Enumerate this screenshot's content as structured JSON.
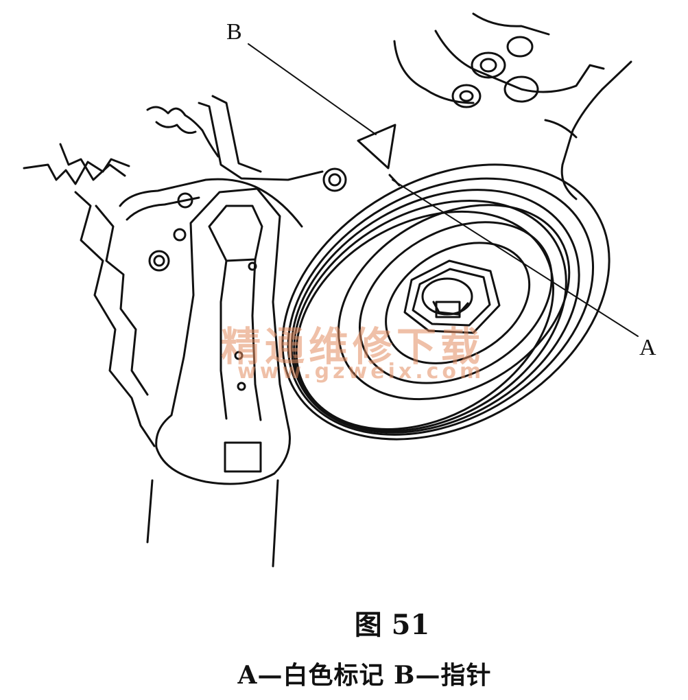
{
  "diagram": {
    "label_b": "B",
    "label_a": "A",
    "watermark_cn": "精通维修下载",
    "watermark_url": "www.gzweix.com",
    "figure_title": "图 51",
    "caption": "A—白色标记   B—指针"
  }
}
